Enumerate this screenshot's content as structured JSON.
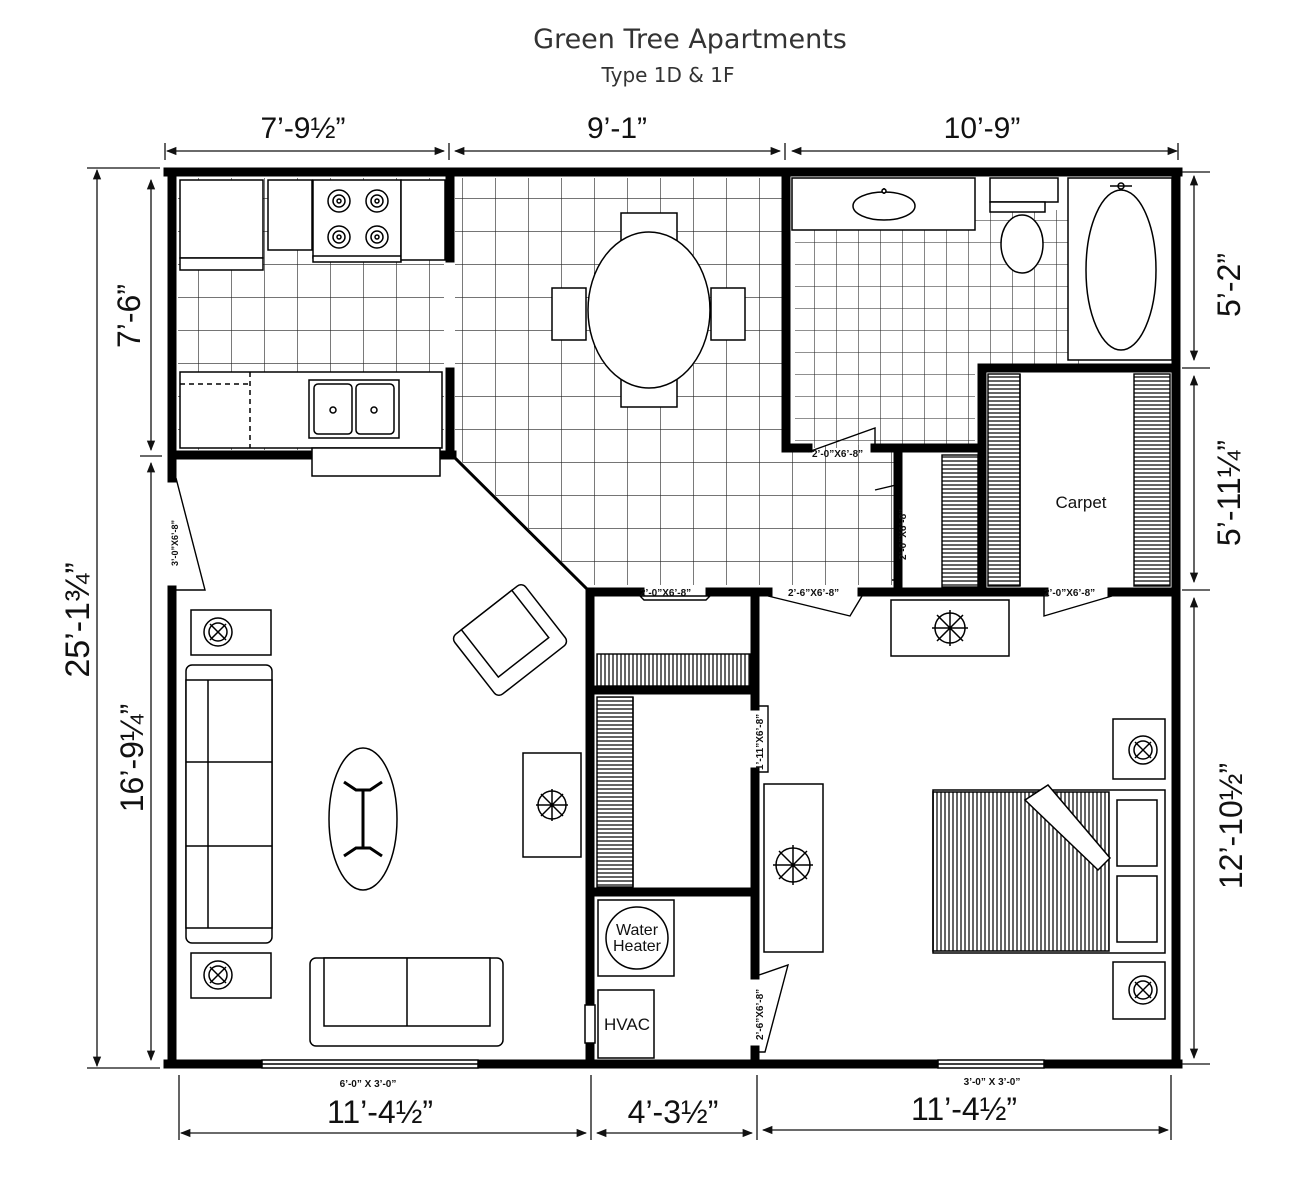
{
  "title": "Green Tree Apartments",
  "subtitle": "Type 1D & 1F",
  "dimensions": {
    "top_left": "7’-9½”",
    "top_mid": "9’-1”",
    "top_right": "10’-9”",
    "bottom_left": "11’-4½”",
    "bottom_mid": "4’-3½”",
    "bottom_right": "11’-4½”",
    "left_overall": "25’-1¾”",
    "left_upper": "7’-6”",
    "left_lower": "16’-9¼”",
    "right_top": "5’-2”",
    "right_mid": "5’-11¼”",
    "right_bottom": "12’-10½”"
  },
  "doors": {
    "entry": "3’-0”X6’-8”",
    "bath": "2’-0”X6’-8”",
    "closet_vertical": "2’-0”X6’-8”",
    "hall_closet": "2’-0”X6’-8”",
    "bedroom": "2’-6”X6’-8”",
    "carpet_closet": "2’-0”X6’-8”",
    "bedroom_closet": "1’-11”X6’-8”",
    "utility": "2’-6”X6’-8”"
  },
  "windows": {
    "living": "6’-0” X 3’-0”",
    "bedroom": "3’-0” X 3’-0”"
  },
  "labels": {
    "water_heater_line1": "Water",
    "water_heater_line2": "Heater",
    "hvac": "HVAC",
    "carpet": "Carpet"
  }
}
